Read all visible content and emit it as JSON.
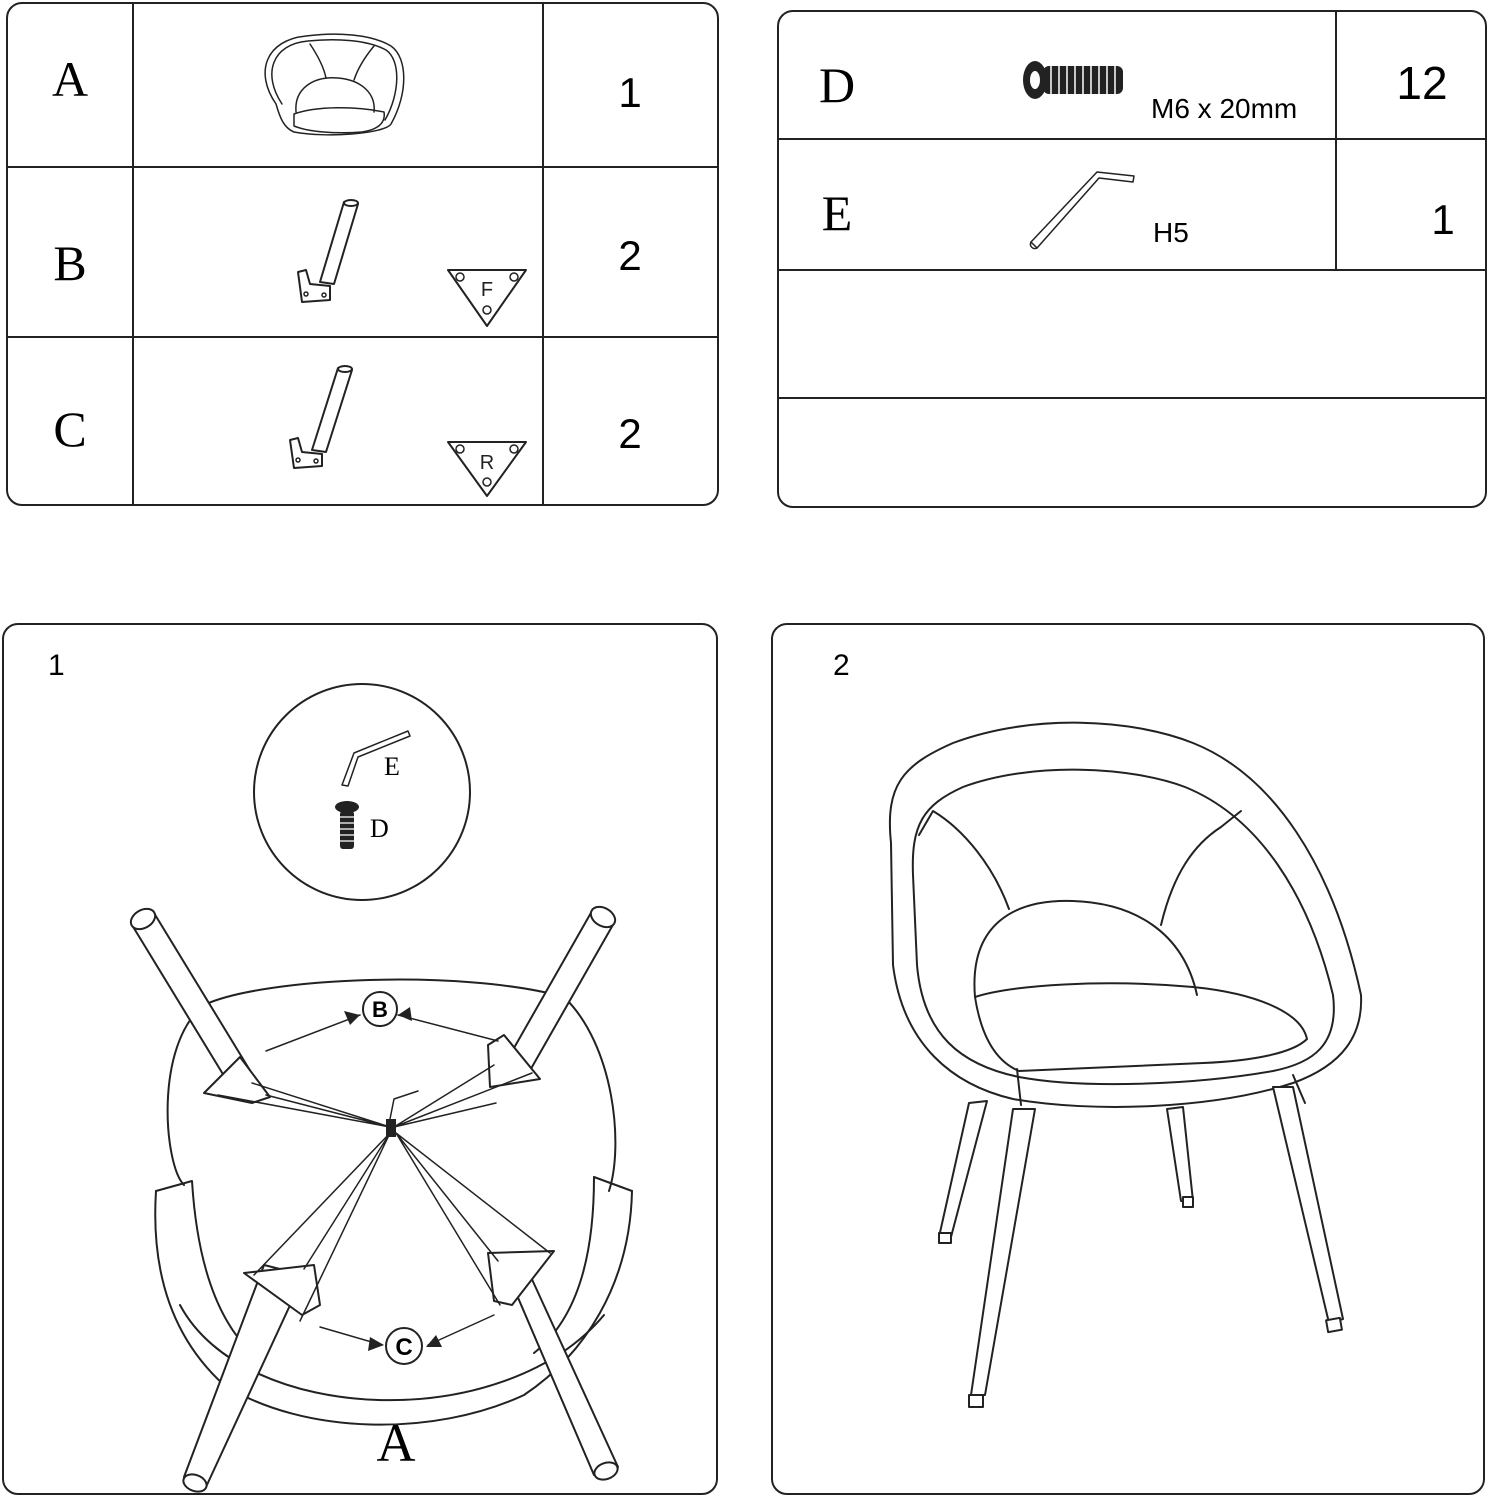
{
  "parts_left": [
    {
      "letter": "A",
      "qty": "1"
    },
    {
      "letter": "B",
      "qty": "2",
      "plate_label": "F"
    },
    {
      "letter": "C",
      "qty": "2",
      "plate_label": "R"
    }
  ],
  "parts_right": [
    {
      "letter": "D",
      "spec": "M6 x 20mm",
      "qty": "12"
    },
    {
      "letter": "E",
      "spec": "H5",
      "qty": "1"
    }
  ],
  "step1": {
    "number": "1",
    "callout_tool": "E",
    "callout_bolt": "D",
    "front_legs_label": "B",
    "rear_legs_label": "C",
    "seat_label": "A"
  },
  "step2": {
    "number": "2"
  },
  "colors": {
    "line": "#222222",
    "background": "#ffffff"
  }
}
